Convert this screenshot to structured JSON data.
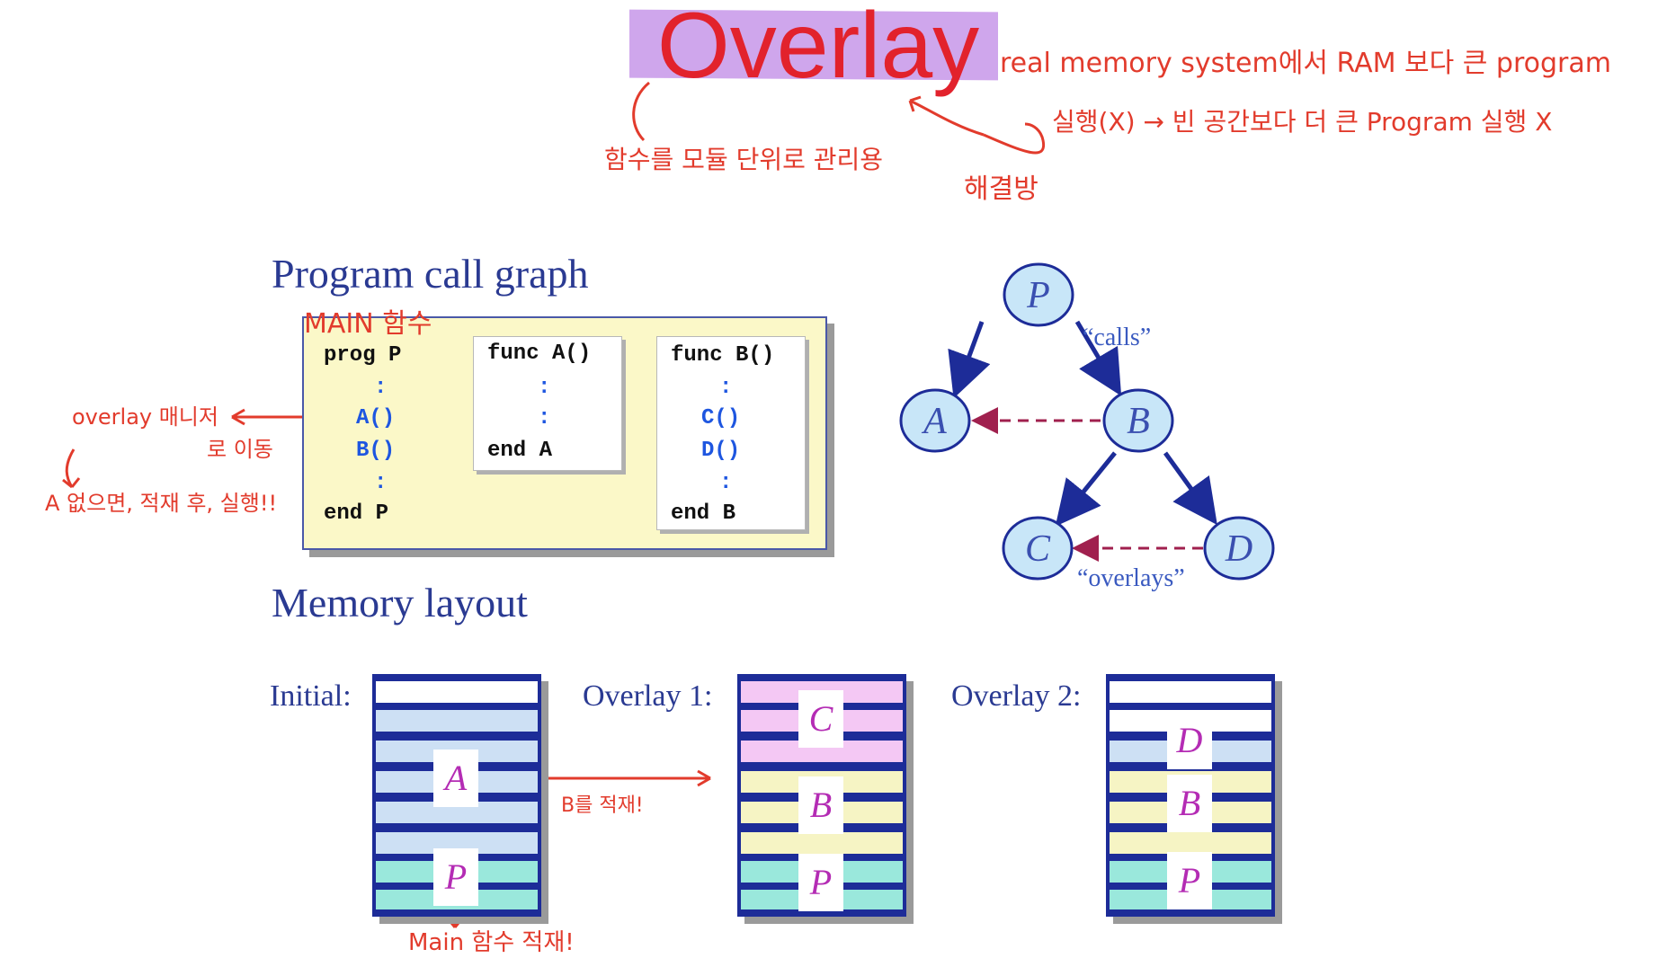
{
  "title": "Overlay",
  "annotations": {
    "title_right_line1": "real memory system에서   RAM 보다 큰 program",
    "title_right_line2": "실행(X) → 빈 공간보다  더 큰  Program  실행 X",
    "solution": "해결방",
    "module": "함수를  모듈  단위로  관리용",
    "main_func": "MAIN 함수",
    "overlay_move_1": "overlay 매니저",
    "overlay_move_2": "로 이동",
    "a_missing": "A 없으면, 적재 후, 실행!!",
    "b_load": "B를  적재!",
    "main_load": "Main 함수 적재!"
  },
  "headings": {
    "call_graph": "Program call graph",
    "memory_layout": "Memory layout"
  },
  "code": {
    "prog_p": [
      "prog P",
      ":",
      "A()",
      "B()",
      ":",
      "end P"
    ],
    "func_a": [
      "func A()",
      ":",
      ":",
      "end A"
    ],
    "func_b": [
      "func B()",
      ":",
      "C()",
      "D()",
      ":",
      "end B"
    ]
  },
  "graph": {
    "nodes": [
      "P",
      "A",
      "B",
      "C",
      "D"
    ],
    "calls_label": "“calls”",
    "overlays_label": "“overlays”"
  },
  "memory": {
    "initial_label": "Initial:",
    "overlay1_label": "Overlay 1:",
    "overlay2_label": "Overlay 2:",
    "initial_segments": [
      "A",
      "P"
    ],
    "overlay1_segments": [
      "C",
      "B",
      "P"
    ],
    "overlay2_segments": [
      "D",
      "B",
      "P"
    ]
  },
  "colors": {
    "annotation": "#e23b2c",
    "heading": "#2a3a92",
    "memory_border": "#1d2c98",
    "blue_row": "#cde0f4",
    "teal_row": "#9ae8dc",
    "yellow_row": "#f6f4c4",
    "pink_row": "#f4c8f4",
    "overlay_arrow": "#a0204e"
  }
}
